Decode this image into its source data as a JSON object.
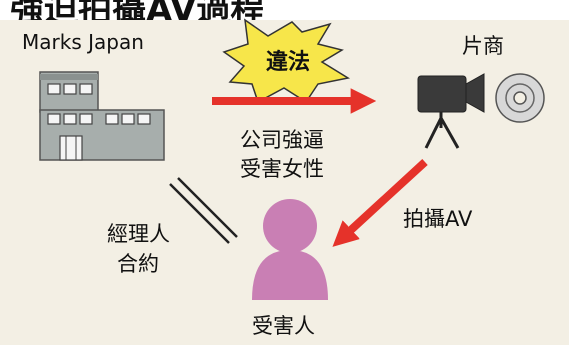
{
  "title": "強迫拍攝AV過程",
  "nodes": {
    "agency": "Marks Japan",
    "producer": "片商",
    "victim": "受害人"
  },
  "badge": "違法",
  "edges": {
    "agency_to_producer": [
      "公司強逼",
      "受害女性"
    ],
    "producer_to_victim": "拍攝AV",
    "agency_to_victim": [
      "經理人",
      "合約"
    ]
  },
  "colors": {
    "background": "#f3efe4",
    "arrow": "#e5322a",
    "badge_fill": "#f7e64a",
    "person": "#c97fb4",
    "building": "#9aa3a0"
  }
}
